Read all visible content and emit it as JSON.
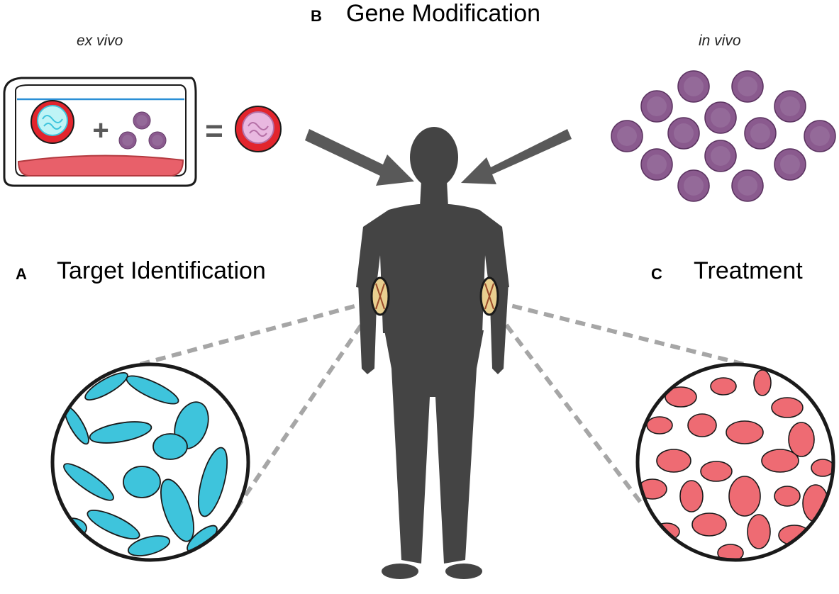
{
  "panels": {
    "b": {
      "letter": "B",
      "title": "Gene Modification"
    },
    "a": {
      "letter": "A",
      "title": "Target Identification"
    },
    "c": {
      "letter": "C",
      "title": "Treatment"
    }
  },
  "gene_modification": {
    "ex_vivo_label": "ex vivo",
    "in_vivo_label": "in vivo",
    "plus_symbol": "+",
    "equals_symbol": "="
  },
  "colors": {
    "figure": "#444444",
    "arrow": "#595959",
    "sickle_cell": "#3ec4dc",
    "healthy_cell": "#ee6b73",
    "virus": "#8a5a8e",
    "virus_spike": "#9b2a2a",
    "dish_liquid": "#e8606a",
    "dish_line": "#2a8fd6",
    "dashed_line": "#a6a6a6"
  },
  "icons": [
    "petri-dish-icon",
    "stem-cell-icon",
    "virus-icon",
    "human-silhouette-icon",
    "bone-marrow-icon",
    "sickle-cell-icon",
    "red-blood-cell-icon"
  ]
}
